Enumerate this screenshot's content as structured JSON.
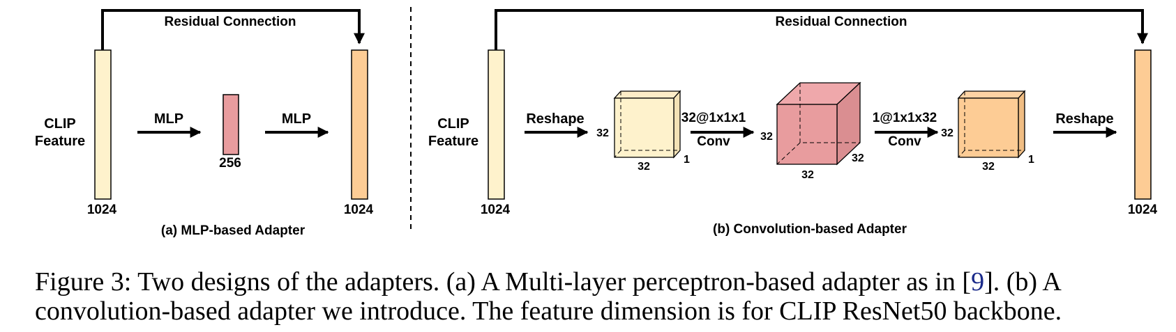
{
  "colors": {
    "feature_light": "#FEF2CC",
    "feature_orange": "#FDCC95",
    "hidden_pink": "#E89C9E",
    "stroke": "#000000",
    "ref_link": "#1a2a8a"
  },
  "panel_a": {
    "residual_label": "Residual Connection",
    "input_label_line1": "CLIP",
    "input_label_line2": "Feature",
    "input_dim": "1024",
    "mlp1_label": "MLP",
    "hidden_dim": "256",
    "mlp2_label": "MLP",
    "output_dim": "1024",
    "caption": "(a) MLP-based Adapter"
  },
  "panel_b": {
    "residual_label": "Residual Connection",
    "input_label_line1": "CLIP",
    "input_label_line2": "Feature",
    "input_dim": "1024",
    "reshape1_label": "Reshape",
    "cube1_height": "32",
    "cube1_width": "32",
    "cube1_depth": "1",
    "conv1_top": "32@1x1x1",
    "conv1_bottom": "Conv",
    "cube2_height": "32",
    "cube2_width": "32",
    "cube2_depth": "32",
    "conv2_top": "1@1x1x32",
    "conv2_bottom": "Conv",
    "cube3_height": "32",
    "cube3_width": "32",
    "cube3_depth": "1",
    "reshape2_label": "Reshape",
    "output_dim": "1024",
    "caption": "(b) Convolution-based Adapter"
  },
  "caption": {
    "prefix": "Figure 3: Two designs of the adapters. (a) A Multi-layer perceptron-based adapter as in [",
    "ref": "9",
    "suffix": "]. (b) A convolution-based adapter we introduce. The feature dimension is for CLIP ResNet50 backbone."
  }
}
